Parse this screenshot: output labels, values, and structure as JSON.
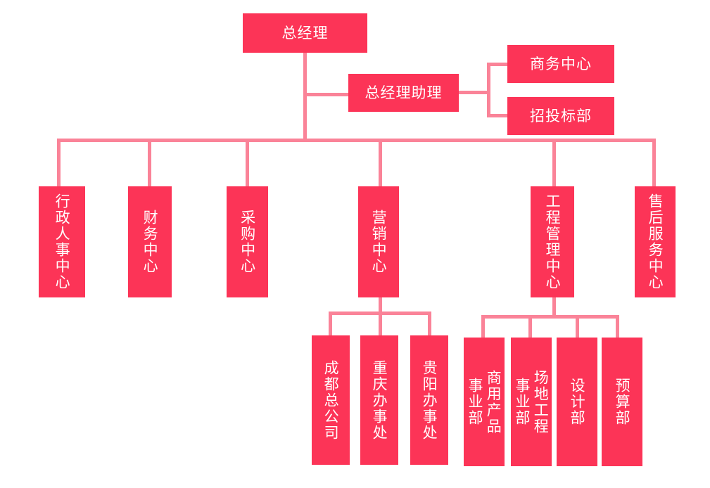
{
  "chart_title": "",
  "theme": {
    "node_fill": "#fc3457",
    "node_text": "#ffffff",
    "connector": "#fa8398",
    "background": "#ffffff"
  },
  "nodes": {
    "general_manager": {
      "label": "总经理",
      "orientation": "horizontal",
      "level": 0
    },
    "gm_assistant": {
      "label": "总经理助理",
      "orientation": "horizontal",
      "level": 1
    },
    "business_center": {
      "label": "商务中心",
      "orientation": "horizontal",
      "level": 2
    },
    "bidding_dept": {
      "label": "招投标部",
      "orientation": "horizontal",
      "level": 2
    },
    "admin_hr_center": {
      "label": "行政人事中心",
      "orientation": "vertical",
      "level": 1
    },
    "finance_center": {
      "label": "财务中心",
      "orientation": "vertical",
      "level": 1
    },
    "procurement_center": {
      "label": "采购中心",
      "orientation": "vertical",
      "level": 1
    },
    "marketing_center": {
      "label": "营销中心",
      "orientation": "vertical",
      "level": 1
    },
    "engineering_mgmt_center": {
      "label": "工程管理中心",
      "orientation": "vertical",
      "level": 1
    },
    "aftersales_center": {
      "label": "售后服务中心",
      "orientation": "vertical",
      "level": 1
    },
    "chengdu_head_office": {
      "label": "成都总公司",
      "orientation": "vertical",
      "level": 2
    },
    "chongqing_office": {
      "label": "重庆办事处",
      "orientation": "vertical",
      "level": 2
    },
    "guiyang_office": {
      "label": "贵阳办事处",
      "orientation": "vertical",
      "level": 2
    },
    "commercial_product_division": {
      "label": "商用产品事业部",
      "orientation": "vertical",
      "level": 2
    },
    "site_engineering_division": {
      "label": "场地工程事业部",
      "orientation": "vertical",
      "level": 2
    },
    "design_dept": {
      "label": "设计部",
      "orientation": "vertical",
      "level": 2
    },
    "budget_dept": {
      "label": "预算部",
      "orientation": "vertical",
      "level": 2
    }
  },
  "hierarchy": {
    "root": "总经理",
    "root_children": [
      "总经理助理",
      "行政人事中心",
      "财务中心",
      "采购中心",
      "营销中心",
      "工程管理中心",
      "售后服务中心"
    ],
    "gm_assistant_children": [
      "商务中心",
      "招投标部"
    ],
    "marketing_children": [
      "成都总公司",
      "重庆办事处",
      "贵阳办事处"
    ],
    "engineering_children": [
      "商用产品事业部",
      "场地工程事业部",
      "设计部",
      "预算部"
    ]
  }
}
